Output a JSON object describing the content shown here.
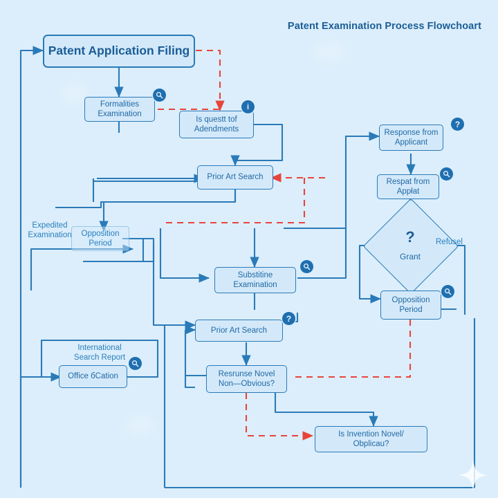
{
  "page": {
    "title": "Patent Examination Process Flowchoart",
    "background_color": "#dceefb",
    "accent_color": "#2a7ab8",
    "text_color": "#2269a3",
    "flow_color": "#2a7ab8",
    "alt_flow_color": "#e8443a"
  },
  "nodes": [
    {
      "id": "patent-application-filing",
      "label": "Patent Application Filing",
      "shape": "box",
      "emphasis": "primary"
    },
    {
      "id": "formalities-examination",
      "label_lines": [
        "Formalities",
        "Examination"
      ],
      "shape": "box",
      "badge": "search-icon"
    },
    {
      "id": "is-request-of-amendments",
      "label_lines": [
        "Is questt tof",
        "Adendments"
      ],
      "shape": "box",
      "badge": "info-icon"
    },
    {
      "id": "prior-art-search-1",
      "label_lines": [
        "Prior Art Search"
      ],
      "shape": "box"
    },
    {
      "id": "expedited-examination",
      "label_lines": [
        "Expedited",
        "Examination"
      ],
      "shape": "label"
    },
    {
      "id": "opposition-period-left",
      "label_lines": [
        "Opposition",
        "Period"
      ],
      "shape": "ghost-box"
    },
    {
      "id": "substantive-examination",
      "label_lines": [
        "Substitine",
        "Examination"
      ],
      "shape": "box",
      "badge": "search-icon"
    },
    {
      "id": "prior-art-search-2",
      "label_lines": [
        "Prior Art Search"
      ],
      "shape": "box",
      "badge": "question-icon"
    },
    {
      "id": "international-search-report",
      "label_lines": [
        "International",
        "Search Report"
      ],
      "shape": "label"
    },
    {
      "id": "office-action",
      "label_lines": [
        "Office бCation"
      ],
      "shape": "box",
      "badge": "search-icon"
    },
    {
      "id": "response-novel-non-obvious",
      "label_lines": [
        "Resrunse Novel",
        "Non—Obvious?"
      ],
      "shape": "box"
    },
    {
      "id": "is-invention-novel",
      "label_lines": [
        "Is Invention Novel/",
        "Obplicau?"
      ],
      "shape": "box"
    },
    {
      "id": "response-from-applicant",
      "label_lines": [
        "Response from",
        "Applicant"
      ],
      "shape": "box",
      "badge": "question-icon"
    },
    {
      "id": "report-from-applicant",
      "label_lines": [
        "Respat from",
        "Appłat"
      ],
      "shape": "box",
      "badge": "search-icon"
    },
    {
      "id": "grant-decision",
      "label_lines": [
        "?",
        "Grant"
      ],
      "shape": "diamond"
    },
    {
      "id": "opposition-period-right",
      "label_lines": [
        "Opposition",
        "Period"
      ],
      "shape": "box",
      "badge": "search-icon"
    }
  ],
  "edge_labels": [
    {
      "id": "refusal",
      "text": "Refusel"
    }
  ],
  "badges": {
    "search-icon": "⌕",
    "info-icon": "i",
    "question-icon": "?"
  },
  "decision": {
    "question_mark": "?",
    "grant_label": "Grant"
  }
}
